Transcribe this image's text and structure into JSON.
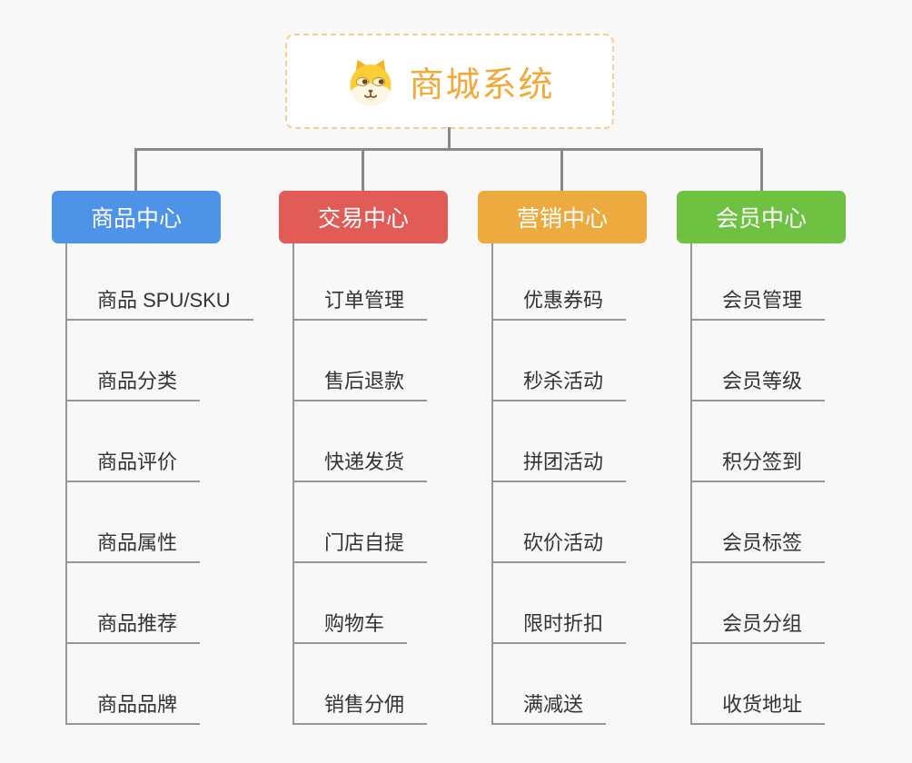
{
  "root": {
    "title": "商城系统",
    "icon": "shiba-dog-icon"
  },
  "branches": [
    {
      "label": "商品中心",
      "color": "#4d94e8",
      "items": [
        "商品 SPU/SKU",
        "商品分类",
        "商品评价",
        "商品属性",
        "商品推荐",
        "商品品牌"
      ]
    },
    {
      "label": "交易中心",
      "color": "#e15b57",
      "items": [
        "订单管理",
        "售后退款",
        "快递发货",
        "门店自提",
        "购物车",
        "销售分佣"
      ]
    },
    {
      "label": "营销中心",
      "color": "#ecaa3f",
      "items": [
        "优惠券码",
        "秒杀活动",
        "拼团活动",
        "砍价活动",
        "限时折扣",
        "满减送"
      ]
    },
    {
      "label": "会员中心",
      "color": "#6fc142",
      "items": [
        "会员管理",
        "会员等级",
        "积分签到",
        "会员标签",
        "会员分组",
        "收货地址"
      ]
    }
  ],
  "colors": {
    "background": "#f8f8f8",
    "connector": "#898989",
    "item_line": "#969696",
    "item_text": "#333333",
    "root_border": "#f5cd90",
    "root_title": "#f2a93b"
  }
}
